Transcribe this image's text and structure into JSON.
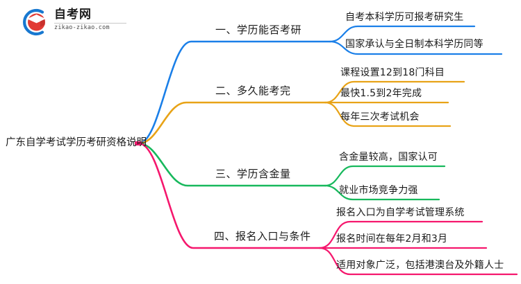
{
  "logo": {
    "name_cn": "自考网",
    "url": "zikao-zikao.com",
    "mark": "graduation-cap-logo"
  },
  "mindmap": {
    "root": "广东自学考试学历考研资格说明",
    "branches": [
      {
        "label": "一、学历能否考研",
        "color": "#1a7fe8",
        "children": [
          "自考本科学历可报考研究生",
          "国家承认与全日制本科学历同等"
        ]
      },
      {
        "label": "二、多久能考完",
        "color": "#e8a317",
        "children": [
          "课程设置12到18门科目",
          "最快1.5到2年完成",
          "每年三次考试机会"
        ]
      },
      {
        "label": "三、学历含金量",
        "color": "#17b85c",
        "children": [
          "含金量较高，国家认可",
          "就业市场竞争力强"
        ]
      },
      {
        "label": "四、报名入口与条件",
        "color": "#f5176d",
        "children": [
          "报名入口为自学考试管理系统",
          "报名时间在每年2月和3月",
          "适用对象广泛，包括港澳台及外籍人士"
        ]
      }
    ]
  }
}
